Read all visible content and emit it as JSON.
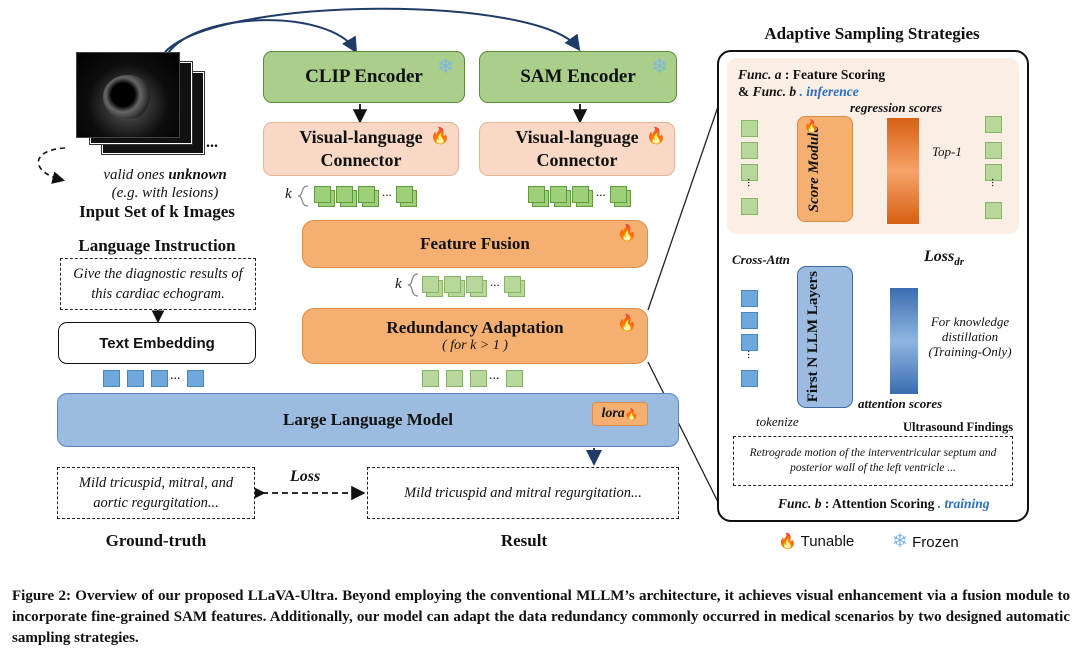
{
  "left": {
    "dots": "...",
    "valid_line1": "valid ones ",
    "valid_unknown": "unknown",
    "valid_line2": "(e.g. with lesions)",
    "input_set_label": "Input Set of k Images",
    "language_instruction": "Language Instruction",
    "instruction_text": "Give the diagnostic results of this cardiac echogram.",
    "text_embedding": "Text Embedding",
    "ground_truth_text": "Mild tricuspid, mitral, and aortic regurgitation...",
    "ground_truth_label": "Ground-truth",
    "loss": "Loss"
  },
  "middle": {
    "clip_encoder": "CLIP Encoder",
    "sam_encoder": "SAM Encoder",
    "connector": "Visual-language Connector",
    "k": "k",
    "feature_fusion": "Feature Fusion",
    "redundancy_adaptation": "Redundancy Adaptation",
    "redundancy_sub": "( for k > 1 )",
    "llm": "Large Language Model",
    "lora": "lora",
    "result_text": "Mild tricuspid and mitral regurgitation...",
    "result_label": "Result"
  },
  "right": {
    "title": "Adaptive Sampling Strategies",
    "func_a": "Func. a",
    "func_a_text": " : Feature Scoring",
    "func_b_amp": "& ",
    "func_b": "Func. b",
    "inference": " . inference",
    "regression_scores": "regression scores",
    "score_module": "Score Module",
    "top1": "Top-1",
    "loss_dr": "Loss",
    "loss_dr_sub": "dr",
    "cross_attn": "Cross-Attn",
    "first_n": "First N LLM Layers",
    "knowledge": "For knowledge distillation (Training-Only)",
    "attention_scores": "attention scores",
    "tokenize": "tokenize",
    "ultrasound_findings": "Ultrasound Findings",
    "findings_text": "Retrograde motion of the interventricular septum and posterior wall of the left ventricle ...",
    "func_b2": "Func. b",
    "func_b2_text": " : Attention Scoring ",
    "training": ". training"
  },
  "legend": {
    "tunable": "Tunable",
    "frozen": "Frozen"
  },
  "caption": "Figure 2: Overview of our proposed LLaVA-Ultra. Beyond employing the conventional MLLM’s architecture, it achieves visual enhancement via a fusion module to incorporate fine-grained SAM features. Additionally, our model can adapt the data redundancy commonly occurred in medical scenarios by two designed automatic sampling strategies."
}
